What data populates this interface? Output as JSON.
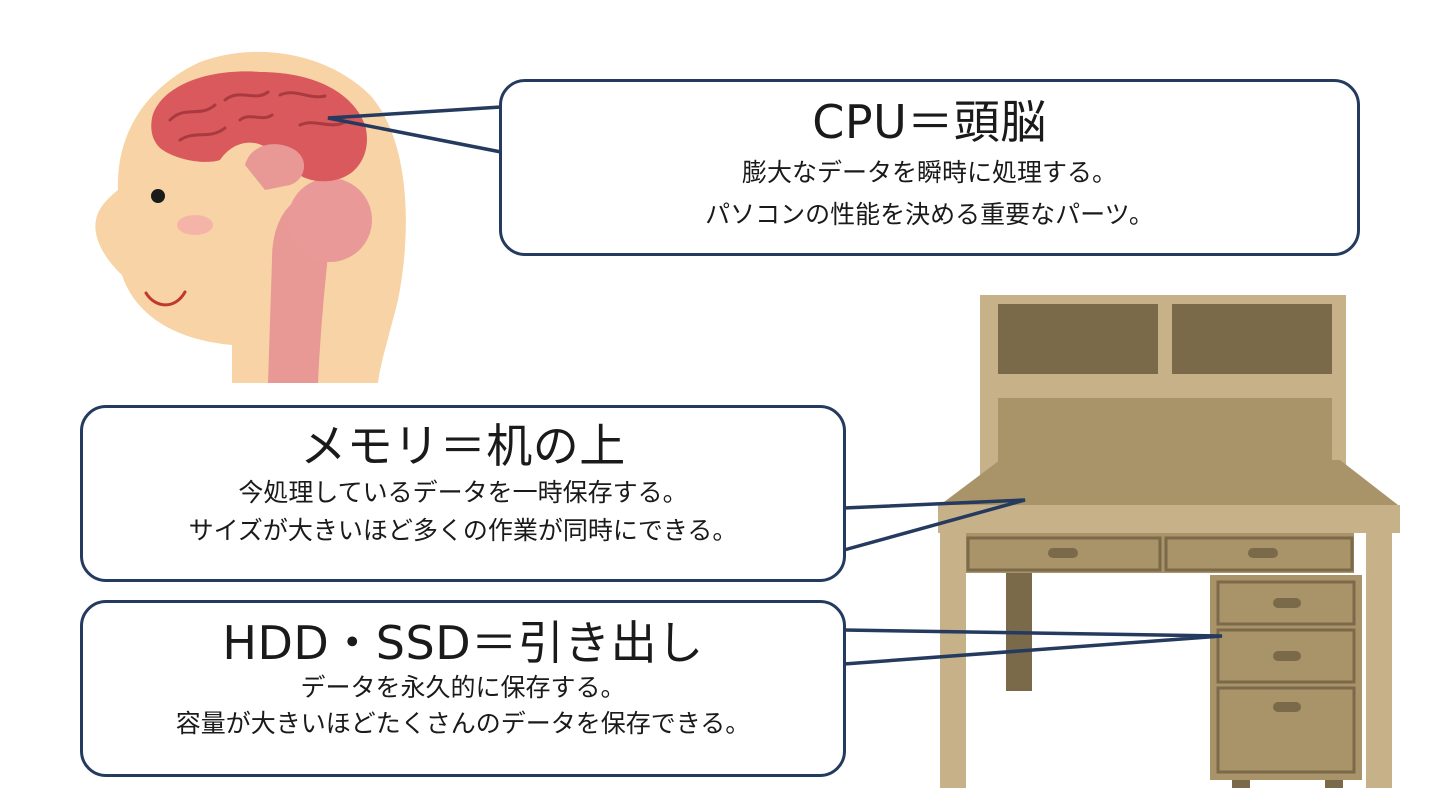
{
  "callouts": {
    "cpu": {
      "title": "CPU＝頭脳",
      "lines": [
        "膨大なデータを瞬時に処理する。",
        "パソコンの性能を決める重要なパーツ。"
      ]
    },
    "memory": {
      "title": "メモリ＝机の上",
      "lines": [
        "今処理しているデータを一時保存する。",
        "サイズが大きいほど多くの作業が同時にできる。"
      ]
    },
    "storage": {
      "title": "HDD・SSD＝引き出し",
      "lines": [
        "データを永久的に保存する。",
        "容量が大きいほどたくさんのデータを保存できる。"
      ]
    }
  },
  "illustrations": {
    "head": "head-with-brain-illustration",
    "desk": "wooden-desk-illustration"
  },
  "colors": {
    "callout_border": "#243a5e",
    "skin": "#f7d3a6",
    "brain": "#d9595d",
    "spine": "#e89996",
    "wood": "#a99368",
    "wood_light": "#c7b189",
    "wood_dark": "#7a6a4a"
  }
}
